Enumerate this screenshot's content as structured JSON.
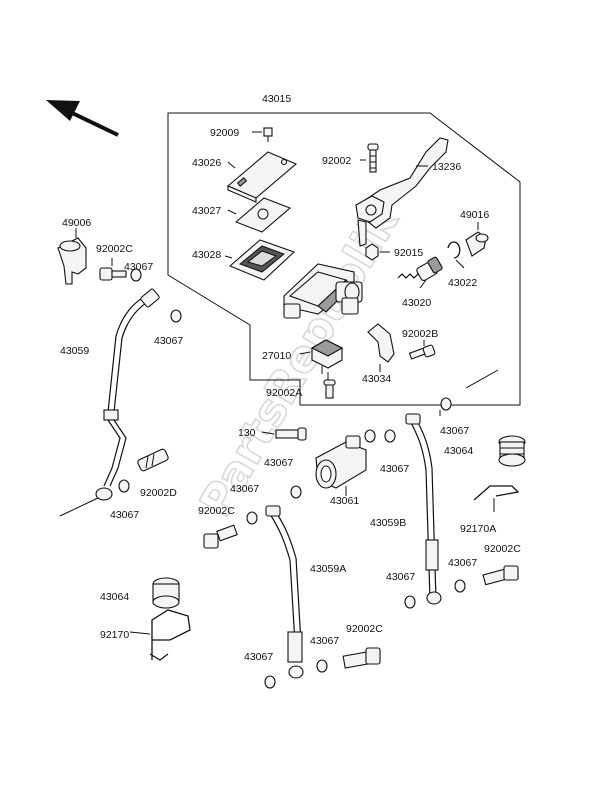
{
  "diagram": {
    "watermark": "PartsRepublik",
    "assembly_label": "43015",
    "labels": {
      "p43015": "43015",
      "p92009": "92009",
      "p43026": "43026",
      "p43027": "43027",
      "p43028": "43028",
      "p92002": "92002",
      "p13236": "13236",
      "p49016": "49016",
      "p92015": "92015",
      "p43022": "43022",
      "p43020": "43020",
      "p92002B": "92002B",
      "p27010": "27010",
      "p43034": "43034",
      "p92002A": "92002A",
      "p49006": "49006",
      "p92002C_a": "92002C",
      "p43067_a": "43067",
      "p43067_b": "43067",
      "p43059": "43059",
      "p43067_c": "43067",
      "p92002D": "92002D",
      "p130": "130",
      "p43067_d": "43067",
      "p43061": "43061",
      "p43067_e": "43067",
      "p43067_f": "43067",
      "p43064_a": "43064",
      "p43059B": "43059B",
      "p92170A": "92170A",
      "p43067_g": "43067",
      "p92002C_b": "92002C",
      "p92002C_c": "92002C",
      "p43059A": "43059A",
      "p43067_h": "43067",
      "p43064_b": "43064",
      "p92170": "92170",
      "p92002C_d": "92002C",
      "p43067_i": "43067",
      "p43067_j": "43067"
    },
    "icons": {
      "direction": "front-direction-arrow-icon"
    }
  }
}
